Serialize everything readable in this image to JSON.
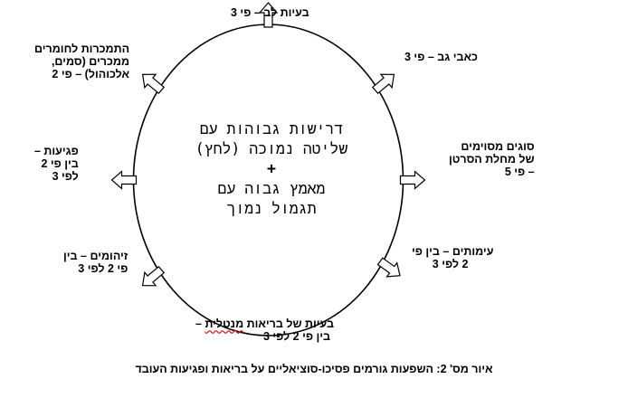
{
  "center": {
    "line1": "דרישות גבוהות עם",
    "line2": "שליטה נמוכה (לחץ)",
    "plus": "+",
    "line3": "מאמץ גבוה עם",
    "line4": "תגמול נמוך"
  },
  "outcomes": {
    "top": {
      "line1": "בעיות לב – פי 3"
    },
    "top_right": {
      "line1": "כאבי גב – פי 3"
    },
    "right": {
      "line1": "סוגים מסוימים",
      "line2": "של מחלת הסרטן",
      "line3": "– פי 5"
    },
    "bottom_right": {
      "line1": "עימותים – בין פי",
      "line2": "2 לפי 3"
    },
    "bottom": {
      "line1_a": "בעיות של בריאות",
      "line1_word": "מנטלית",
      "line1_b": " –",
      "line2": "בין פי 2 לפי 3"
    },
    "bottom_left": {
      "line1": "זיהומים – בין",
      "line2": "פי 2 לפי 3"
    },
    "left": {
      "line1": "פגיעות –",
      "line2": "בין פי 2",
      "line3": "לפי 3"
    },
    "top_left": {
      "line1": "התמכרות לחומרים",
      "line2": "ממכרים (סמים,",
      "line3": "אלכוהול) – פי 2"
    }
  },
  "caption": "איור מס' 2: השפעות גורמים פסיכו-סוציאליים על בריאות ופגיעות העובד",
  "colors": {
    "stroke": "#000000",
    "spellcheck_underline": "#e02020"
  }
}
